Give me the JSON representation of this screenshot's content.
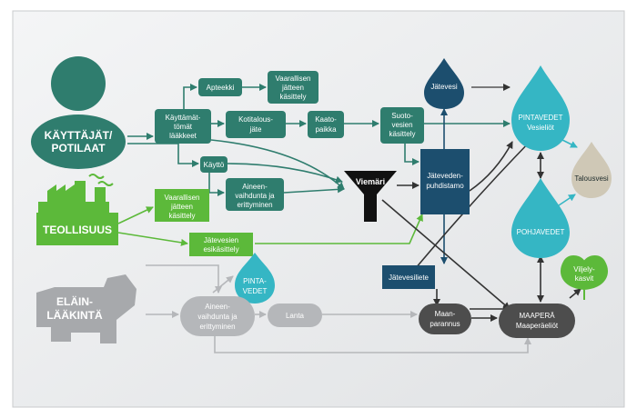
{
  "colors": {
    "teal": "#2f7d6e",
    "teal_light": "#4fa58f",
    "green": "#5cb93a",
    "navy": "#1c4e6e",
    "aqua": "#35b6c4",
    "gray": "#a7a9ac",
    "dark_gray": "#4d4d4d",
    "beige": "#cfc8b6",
    "black": "#111111"
  },
  "actors": {
    "users": [
      "KÄYTTÄJÄT/",
      "POTILAAT"
    ],
    "industry": "TEOLLISUUS",
    "vet": [
      "ELÄIN-",
      "LÄÄKINTÄ"
    ]
  },
  "nodes": {
    "pharmacy": "Apteekki",
    "hazardous1": [
      "Vaarallisen",
      "jätteen",
      "käsittely"
    ],
    "unused_meds": [
      "Käyttämät-",
      "tömät",
      "lääkkeet"
    ],
    "household_waste": [
      "Kotitalous-",
      "jäte"
    ],
    "landfill": [
      "Kaato-",
      "paikka"
    ],
    "leachate": [
      "Suoto-",
      "vesien",
      "käsittely"
    ],
    "use": "Käyttö",
    "metabolism1": [
      "Aineen-",
      "vaihdunta ja",
      "erittyminen"
    ],
    "sewer": "Viemäri",
    "wwtp": [
      "Jäteveden-",
      "puhdistamo"
    ],
    "wastewater": "Jätevesi",
    "hazardous2": [
      "Vaarallisen",
      "jätteen",
      "käsittely"
    ],
    "effluent_treatment": [
      "Jätevesien",
      "esikäsittely"
    ],
    "sludge": "Jätevesiliete",
    "surface_water_small": [
      "PINTA-",
      "VEDET"
    ],
    "metabolism2": [
      "Aineen-",
      "vaihdunta ja",
      "erittyminen"
    ],
    "manure": "Lanta",
    "soil_improvement": [
      "Maan-",
      "parannus"
    ],
    "soil": [
      "MAAPERÄ",
      "Maaperäeliöt"
    ],
    "surface_water": [
      "PINTAVEDET",
      "Vesieliöt"
    ],
    "drinking_water": "Talousvesi",
    "groundwater": "POHJAVEDET",
    "crops": [
      "Viljely-",
      "kasvit"
    ]
  }
}
